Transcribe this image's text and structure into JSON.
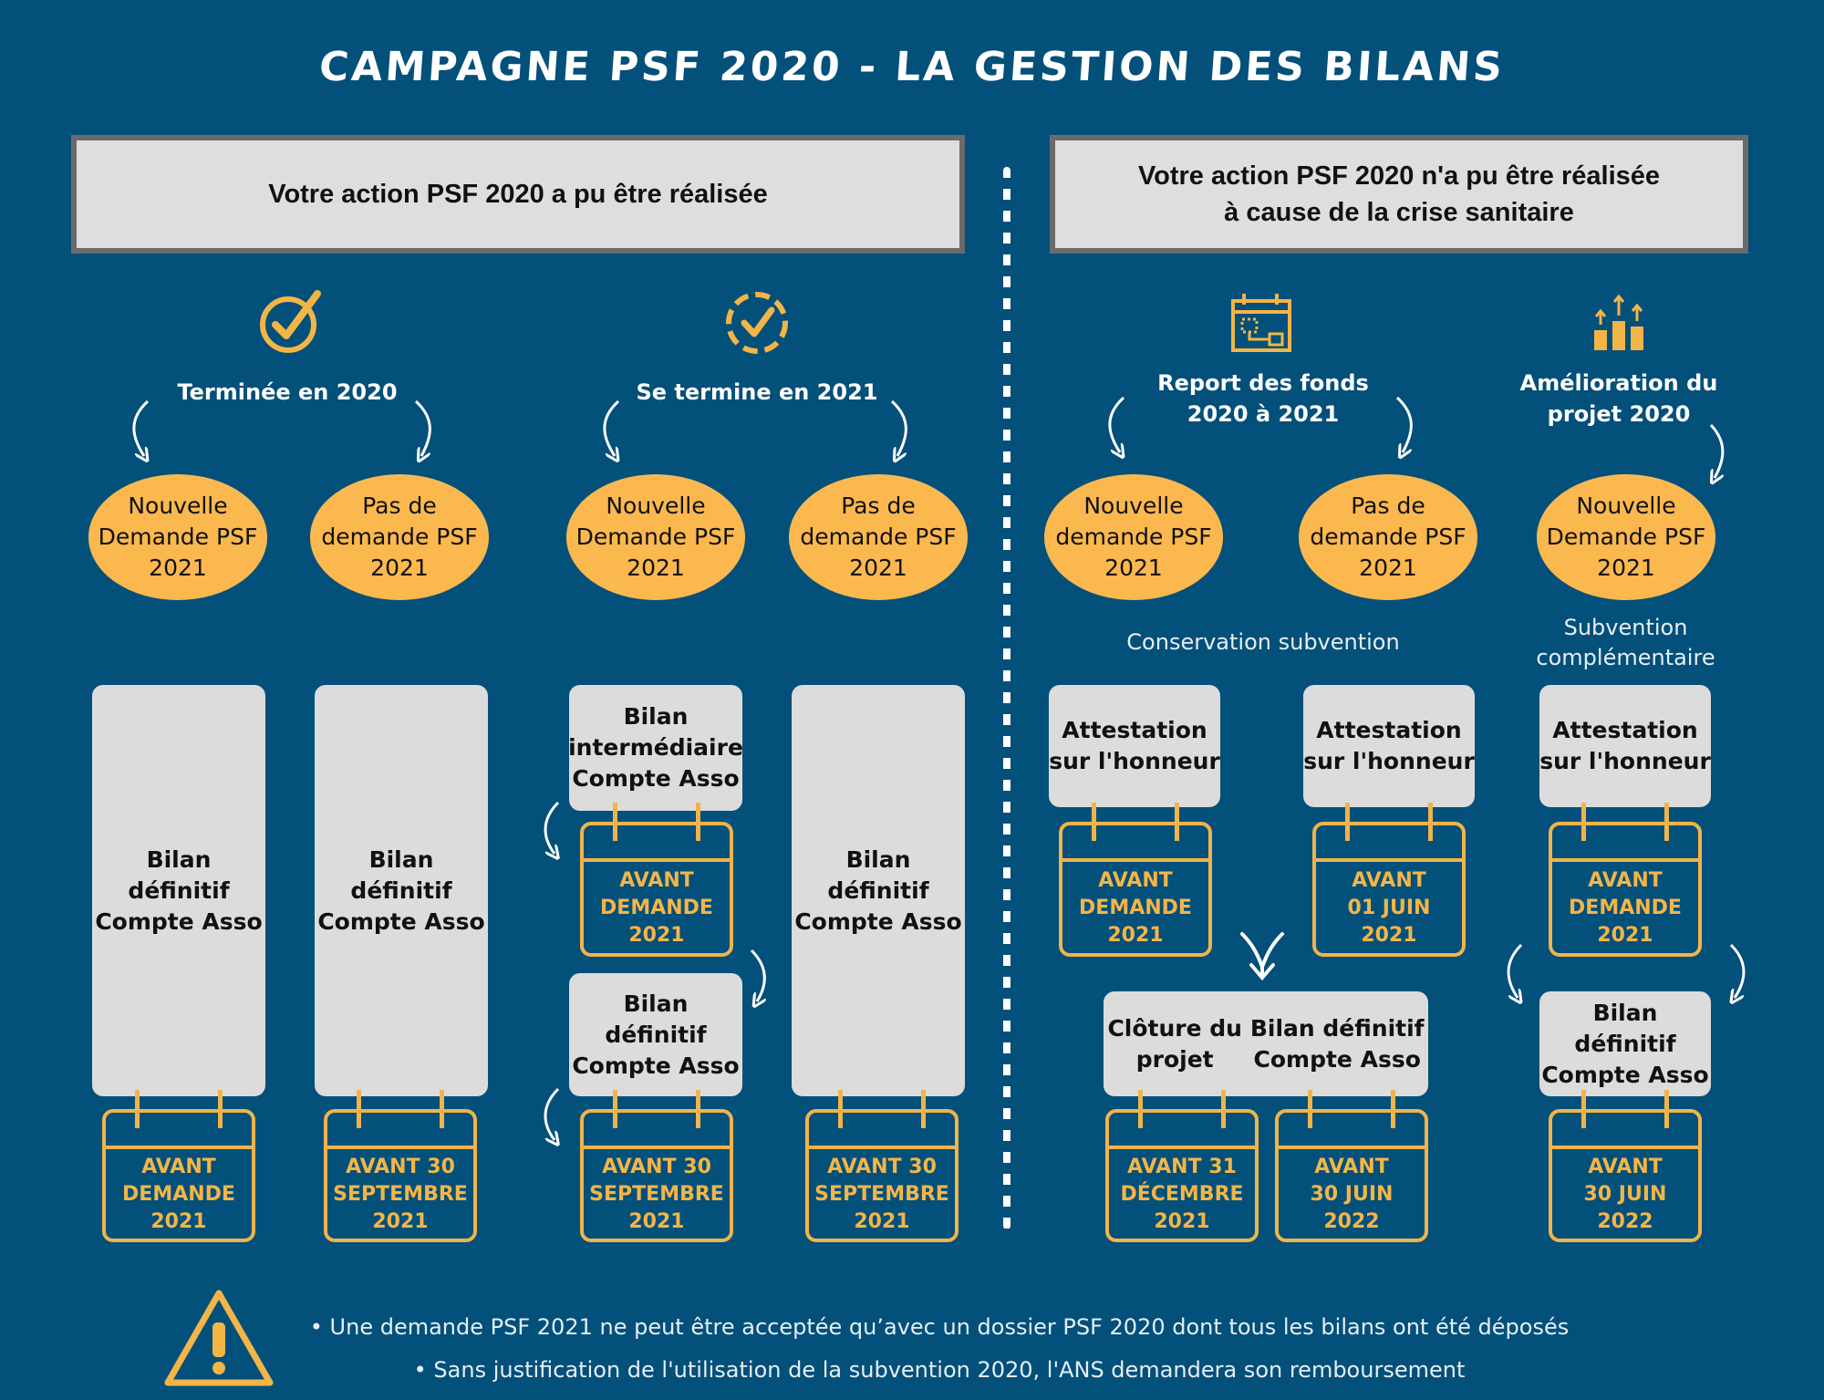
{
  "title": "CAMPAGNE PSF 2020 - LA GESTION DES BILANS",
  "colors": {
    "background": "#03507a",
    "accent": "#fbb84f",
    "calendar": "#f1b44a",
    "box": "#dcdcdc"
  },
  "left_header": "Votre action PSF 2020 a pu être réalisée",
  "right_header": {
    "line1": "Votre action PSF 2020 n'a pu être réalisée",
    "line2": "à cause de la crise sanitaire"
  },
  "branches": {
    "terminee": {
      "label": "Terminée en 2020",
      "icon": "check-circle-icon"
    },
    "se_termine": {
      "label": "Se termine en 2021",
      "icon": "dashed-check-circle-icon"
    },
    "report": {
      "line1": "Report des fonds",
      "line2": "2020 à 2021",
      "icon": "calendar-report-icon"
    },
    "amelioration": {
      "line1": "Amélioration du",
      "line2": "projet 2020",
      "icon": "growth-bars-icon"
    }
  },
  "ovals": {
    "nouvelle": {
      "l1": "Nouvelle",
      "l2": "Demande PSF",
      "l3": "2021"
    },
    "nouvelle_lower": {
      "l1": "Nouvelle",
      "l2": "demande PSF",
      "l3": "2021"
    },
    "pas": {
      "l1": "Pas de",
      "l2": "demande PSF",
      "l3": "2021"
    }
  },
  "notes": {
    "conservation": "Conservation subvention",
    "complementaire_l1": "Subvention",
    "complementaire_l2": "complémentaire"
  },
  "boxes": {
    "bilan_def": {
      "l1": "Bilan définitif",
      "l2": "Compte Asso"
    },
    "bilan_inter": {
      "l1": "Bilan",
      "l2": "intermédiaire",
      "l3": "Compte Asso"
    },
    "bilan_def3": {
      "l1": "Bilan",
      "l2": "définitif",
      "l3": "Compte Asso"
    },
    "attestation": {
      "l1": "Attestation",
      "l2": "sur l'honneur"
    },
    "cloture": {
      "l1": "Clôture du",
      "l2": "projet"
    }
  },
  "calendars": {
    "avant_demande": {
      "l1": "AVANT",
      "l2": "DEMANDE",
      "l3": "2021"
    },
    "avant_30_sept": {
      "l1": "AVANT 30",
      "l2": "SEPTEMBRE",
      "l3": "2021"
    },
    "avant_01_juin": {
      "l1": "AVANT",
      "l2": "01 JUIN",
      "l3": "2021"
    },
    "avant_31_dec": {
      "l1": "AVANT 31",
      "l2": "DÉCEMBRE",
      "l3": "2021"
    },
    "avant_30_juin": {
      "l1": "AVANT",
      "l2": "30 JUIN",
      "l3": "2022"
    }
  },
  "warnings": {
    "icon": "warning-triangle-icon",
    "line1": "• Une demande PSF 2021 ne peut être acceptée qu’avec un dossier PSF 2020 dont tous les bilans ont été déposés",
    "line2": "• Sans justification de l'utilisation de la subvention 2020, l'ANS demandera son remboursement"
  }
}
